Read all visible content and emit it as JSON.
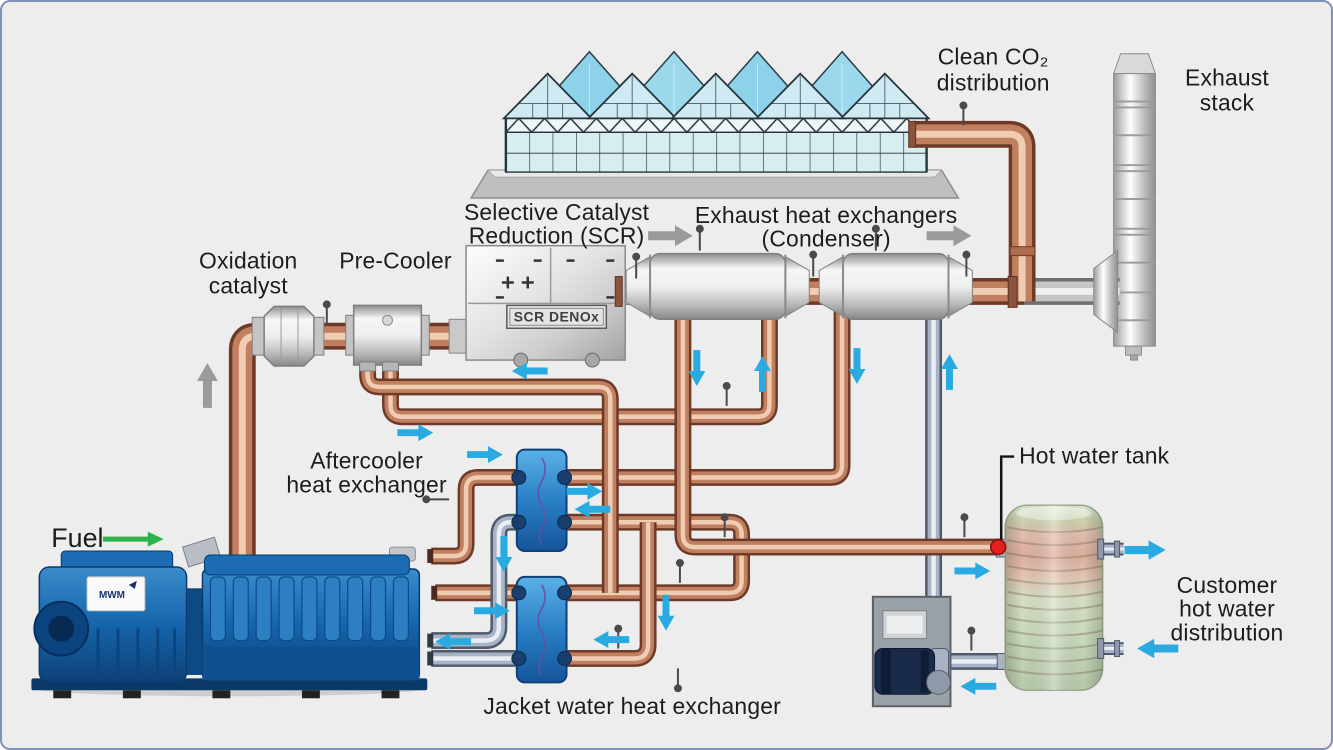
{
  "frame": {
    "background": "#ededee",
    "border_color": "#8092b8"
  },
  "labels": {
    "clean_co2": {
      "line1": "Clean CO₂",
      "line2": "distribution"
    },
    "exhaust_stack": {
      "line1": "Exhaust",
      "line2": "stack"
    },
    "scr": {
      "line1": "Selective Catalyst",
      "line2": "Reduction (SCR)"
    },
    "exhaust_hx": {
      "line1": "Exhaust heat exchangers",
      "line2": "(Condenser)"
    },
    "oxidation_catalyst": {
      "line1": "Oxidation",
      "line2": "catalyst"
    },
    "pre_cooler": "Pre-Cooler",
    "aftercooler": {
      "line1": "Aftercooler",
      "line2": "heat exchanger"
    },
    "fuel": "Fuel",
    "jacket_water": "Jacket water heat exchanger",
    "hot_water_tank": "Hot water tank",
    "customer": {
      "line1": "Customer",
      "line2": "hot water",
      "line3": "distribution"
    },
    "scr_plate": "SCR DENOx",
    "engine_brand": "MWM"
  },
  "colors": {
    "flow_arrow": "#29abe2",
    "label_arrow": "#9b9b9b",
    "fuel_arrow": "#2db34a",
    "copper_pipe": "#c08060",
    "coolant_pipe": "#a9b3c6",
    "engine_blue": "#1565ac",
    "heat_exchanger_blue": "#2980c4",
    "valve_dot": "#e32020",
    "greenhouse_glass": "#cfeaf2",
    "text": "#1c1c1c"
  }
}
